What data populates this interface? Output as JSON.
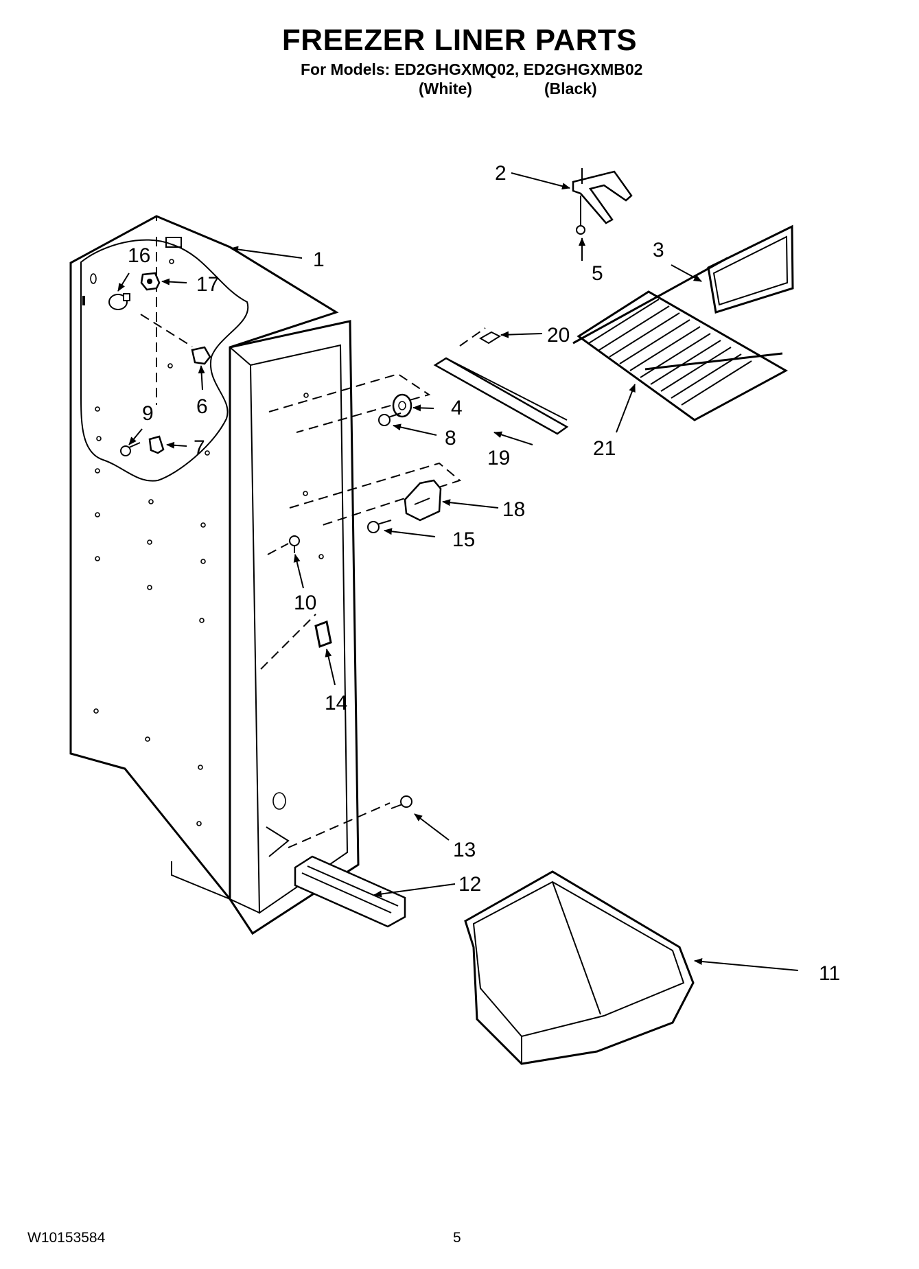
{
  "header": {
    "title": "FREEZER LINER PARTS",
    "models_line": "For Models: ED2GHGXMQ02, ED2GHGXMB02",
    "variant_white": "(White)",
    "variant_black": "(Black)"
  },
  "callouts": [
    "1",
    "2",
    "3",
    "4",
    "5",
    "6",
    "7",
    "8",
    "9",
    "10",
    "11",
    "12",
    "13",
    "14",
    "15",
    "16",
    "17",
    "18",
    "19",
    "20",
    "21"
  ],
  "footer": {
    "doc_number": "W10153584",
    "page_number": "5"
  }
}
